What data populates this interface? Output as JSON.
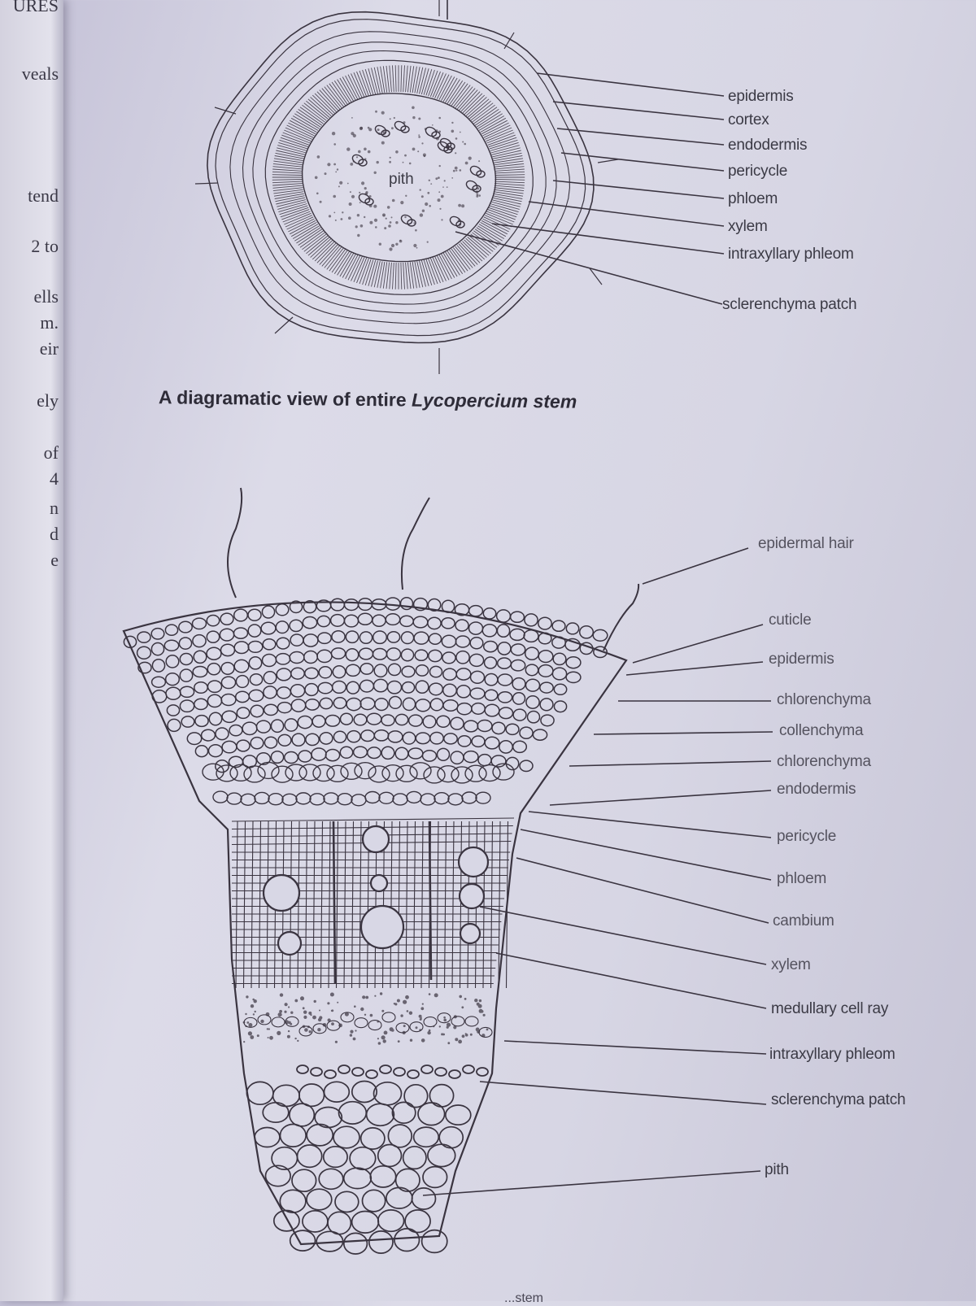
{
  "margin_text": [
    "URES",
    "veals",
    "tend",
    "2 to",
    "ells",
    "m.",
    "eir",
    "ely",
    "of",
    "4",
    "n",
    "d",
    "e"
  ],
  "top_figure": {
    "center_label": "pith",
    "labels": [
      "epidermis",
      "cortex",
      "endodermis",
      "pericycle",
      "phloem",
      "xylem",
      "intraxyllary phleom",
      "sclerenchyma patch"
    ],
    "caption_prefix": "A diagramatic view of entire",
    "caption_italic": "Lycopercium stem"
  },
  "bottom_figure": {
    "labels": [
      "epidermal hair",
      "cuticle",
      "epidermis",
      "chlorenchyma",
      "collenchyma",
      "chlorenchyma",
      "endodermis",
      "pericycle",
      "phloem",
      "cambium",
      "xylem",
      "medullary cell ray",
      "intraxyllary phleom",
      "sclerenchyma patch",
      "pith"
    ]
  },
  "footer_fragment": "...stem",
  "colors": {
    "ink": "#3a3440",
    "paper": "#d8d7e5"
  }
}
